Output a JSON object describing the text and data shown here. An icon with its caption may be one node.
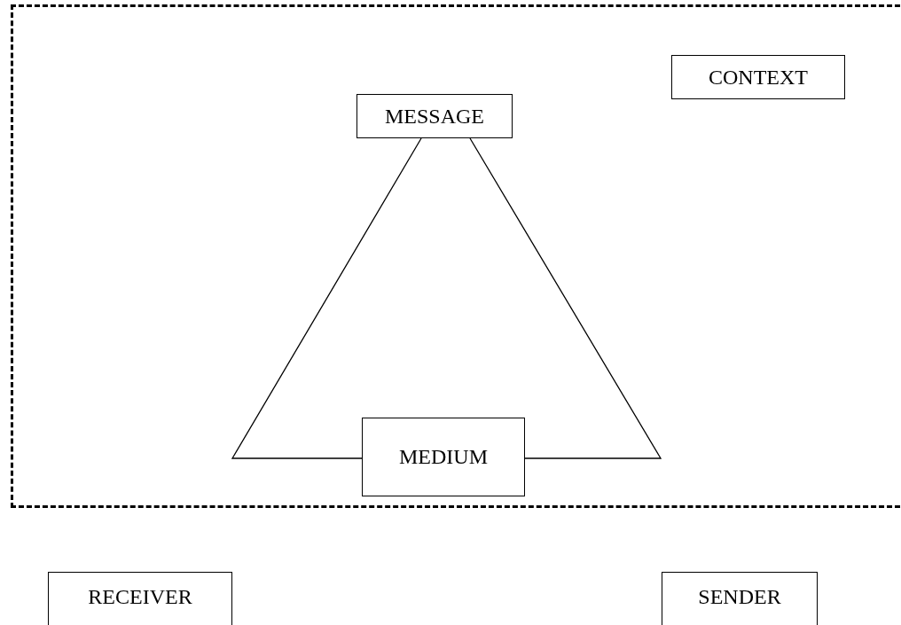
{
  "diagram": {
    "nodes": [
      {
        "text": [],
        "shape": "box"
      },
      {
        "text": [
          "CONTEXT"
        ],
        "in": 0
      },
      {
        "text": [
          "MESSAGE"
        ],
        "in": 0
      },
      {
        "text": [
          "MEDIUM"
        ],
        "in": 0
      },
      {
        "text": [
          "RECEIVER"
        ]
      },
      {
        "text": [
          "SENDER"
        ]
      }
    ],
    "edges": [
      {
        "from": 2,
        "to": 3,
        "arrow": "none"
      },
      {
        "from": 3,
        "to": 2,
        "arrow": "none"
      }
    ]
  }
}
